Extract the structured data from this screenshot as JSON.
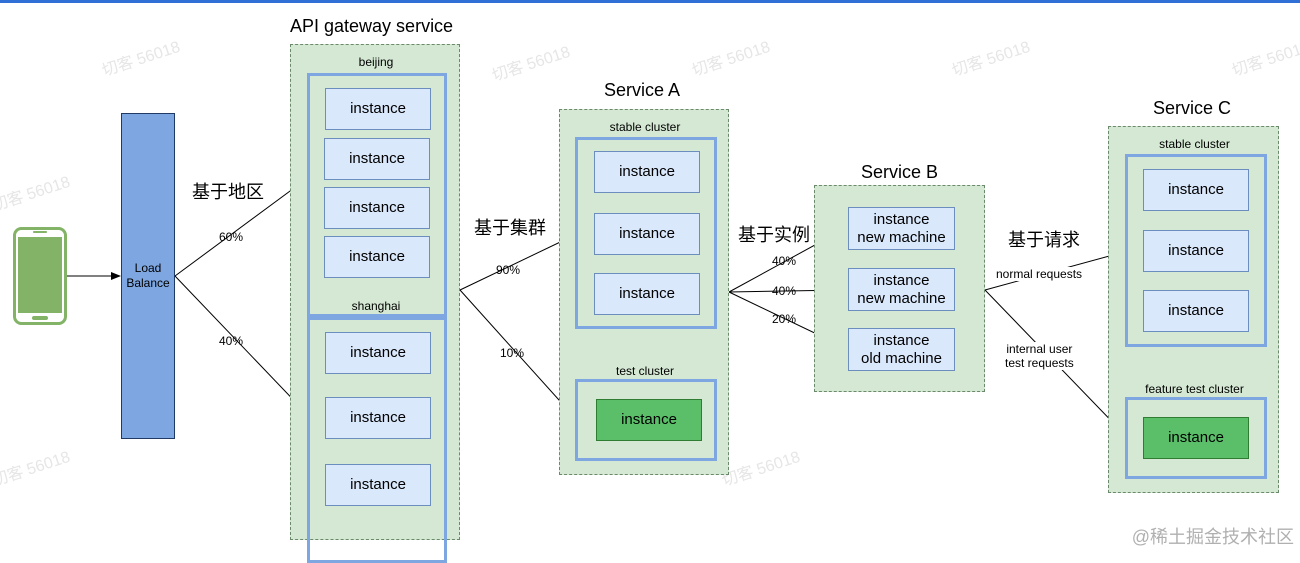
{
  "load_balancer": {
    "label_line1": "Load",
    "label_line2": "Balance"
  },
  "api_gateway": {
    "title": "API gateway service",
    "clusters": [
      {
        "label": "beijing",
        "instances": [
          "instance",
          "instance",
          "instance",
          "instance"
        ]
      },
      {
        "label": "shanghai",
        "instances": [
          "instance",
          "instance",
          "instance"
        ]
      }
    ]
  },
  "service_a": {
    "title": "Service A",
    "stable_cluster": {
      "label": "stable cluster",
      "instances": [
        "instance",
        "instance",
        "instance"
      ]
    },
    "test_cluster": {
      "label": "test cluster",
      "instances": [
        "instance"
      ]
    }
  },
  "service_b": {
    "title": "Service B",
    "instances": [
      {
        "line1": "instance",
        "line2": "new machine"
      },
      {
        "line1": "instance",
        "line2": "new machine"
      },
      {
        "line1": "instance",
        "line2": "old machine"
      }
    ]
  },
  "service_c": {
    "title": "Service C",
    "stable_cluster": {
      "label": "stable cluster",
      "instances": [
        "instance",
        "instance",
        "instance"
      ]
    },
    "feature_cluster": {
      "label": "feature test cluster",
      "instances": [
        "instance"
      ]
    }
  },
  "routing_labels": {
    "by_region": "基于地区",
    "by_cluster": "基于集群",
    "by_instance": "基于实例",
    "by_request": "基于请求"
  },
  "percentages": {
    "lb_beijing": "60%",
    "lb_shanghai": "40%",
    "gw_stable": "90%",
    "gw_test": "10%",
    "a_b1": "40%",
    "a_b2": "40%",
    "a_b3": "20%"
  },
  "request_labels": {
    "normal": "normal requests",
    "internal_line1": "internal user",
    "internal_line2": "test requests"
  },
  "watermark": "切客 56018",
  "credit": "@稀土掘金技术社区",
  "colors": {
    "service_fill": "#d5e8d4",
    "cluster_border": "#7ea6e0",
    "instance_fill": "#dae8fc",
    "test_instance_fill": "#5bbf6a",
    "phone": "#82b366"
  }
}
